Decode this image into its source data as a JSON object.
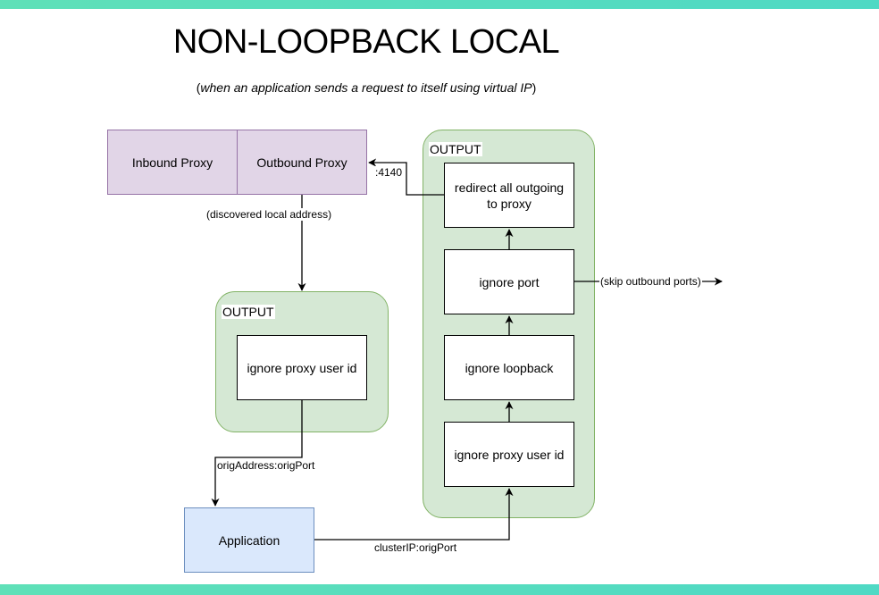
{
  "diagram": {
    "title": "NON-LOOPBACK LOCAL",
    "subtitle": {
      "open": "(",
      "text": "when an application sends a request to itself using virtual IP",
      "close": ")"
    },
    "proxy": {
      "inbound_label": "Inbound Proxy",
      "outbound_label": "Outbound Proxy"
    },
    "left_group": {
      "label": "OUTPUT",
      "node": "ignore proxy user id"
    },
    "right_group": {
      "label": "OUTPUT",
      "nodes": {
        "redirect": "redirect all outgoing to proxy",
        "ignore_port": "ignore port",
        "ignore_loopback": "ignore loopback",
        "ignore_user": "ignore proxy user id"
      }
    },
    "application_label": "Application",
    "edge_labels": {
      "discovered": "(discovered local address)",
      "port_4140": ":4140",
      "skip_outbound": "(skip outbound ports)",
      "orig": "origAddress:origPort",
      "cluster": "clusterIP:origPort"
    },
    "colors": {
      "proxy_fill": "#e1d5e7",
      "proxy_stroke": "#9673a6",
      "group_fill": "#d5e8d4",
      "group_stroke": "#82b366",
      "app_fill": "#dae8fc",
      "app_stroke": "#6c8ebf",
      "accent_band": "#5fe0b8"
    }
  }
}
